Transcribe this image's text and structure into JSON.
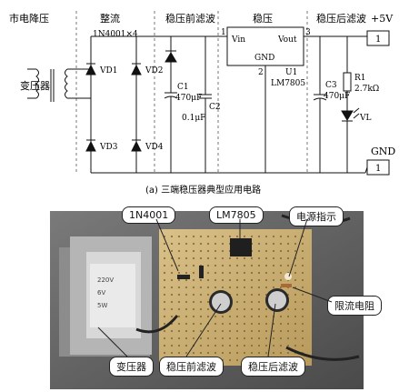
{
  "top_labels": {
    "mains_step_down": "市电降压",
    "rectify": "整流",
    "diode_spec": "1N4001×4",
    "pre_filter": "稳压前滤波",
    "regulate": "稳压",
    "post_filter": "稳压后滤波",
    "vout_label": "+5V",
    "gnd_label": "GND"
  },
  "components": {
    "transformer": "变压器",
    "vd1": "VD1",
    "vd2": "VD2",
    "vd3": "VD3",
    "vd4": "VD4",
    "c1_name": "C1",
    "c1_value": "470μF",
    "c2_name": "C2",
    "c2_value": "0.1μF",
    "c3_name": "C3",
    "c3_value": "470μF",
    "r1_name": "R1",
    "r1_value": "2.7kΩ",
    "led_name": "VL",
    "ic_vin": "Vin",
    "ic_vout": "Vout",
    "ic_gnd": "GND",
    "ic_name": "U1",
    "ic_part": "LM7805",
    "pin1": "1",
    "pin2": "2",
    "pin3": "3",
    "terminal_vout": "1",
    "terminal_gnd": "1"
  },
  "caption": "(a) 三端稳压器典型应用电路",
  "photo_callouts": {
    "diode": "1N4001",
    "regulator": "LM7805",
    "power_indicator": "电源指示",
    "limit_resistor": "限流电阻",
    "transformer": "变压器",
    "pre_filter": "稳压前滤波",
    "post_filter": "稳压后滤波"
  }
}
